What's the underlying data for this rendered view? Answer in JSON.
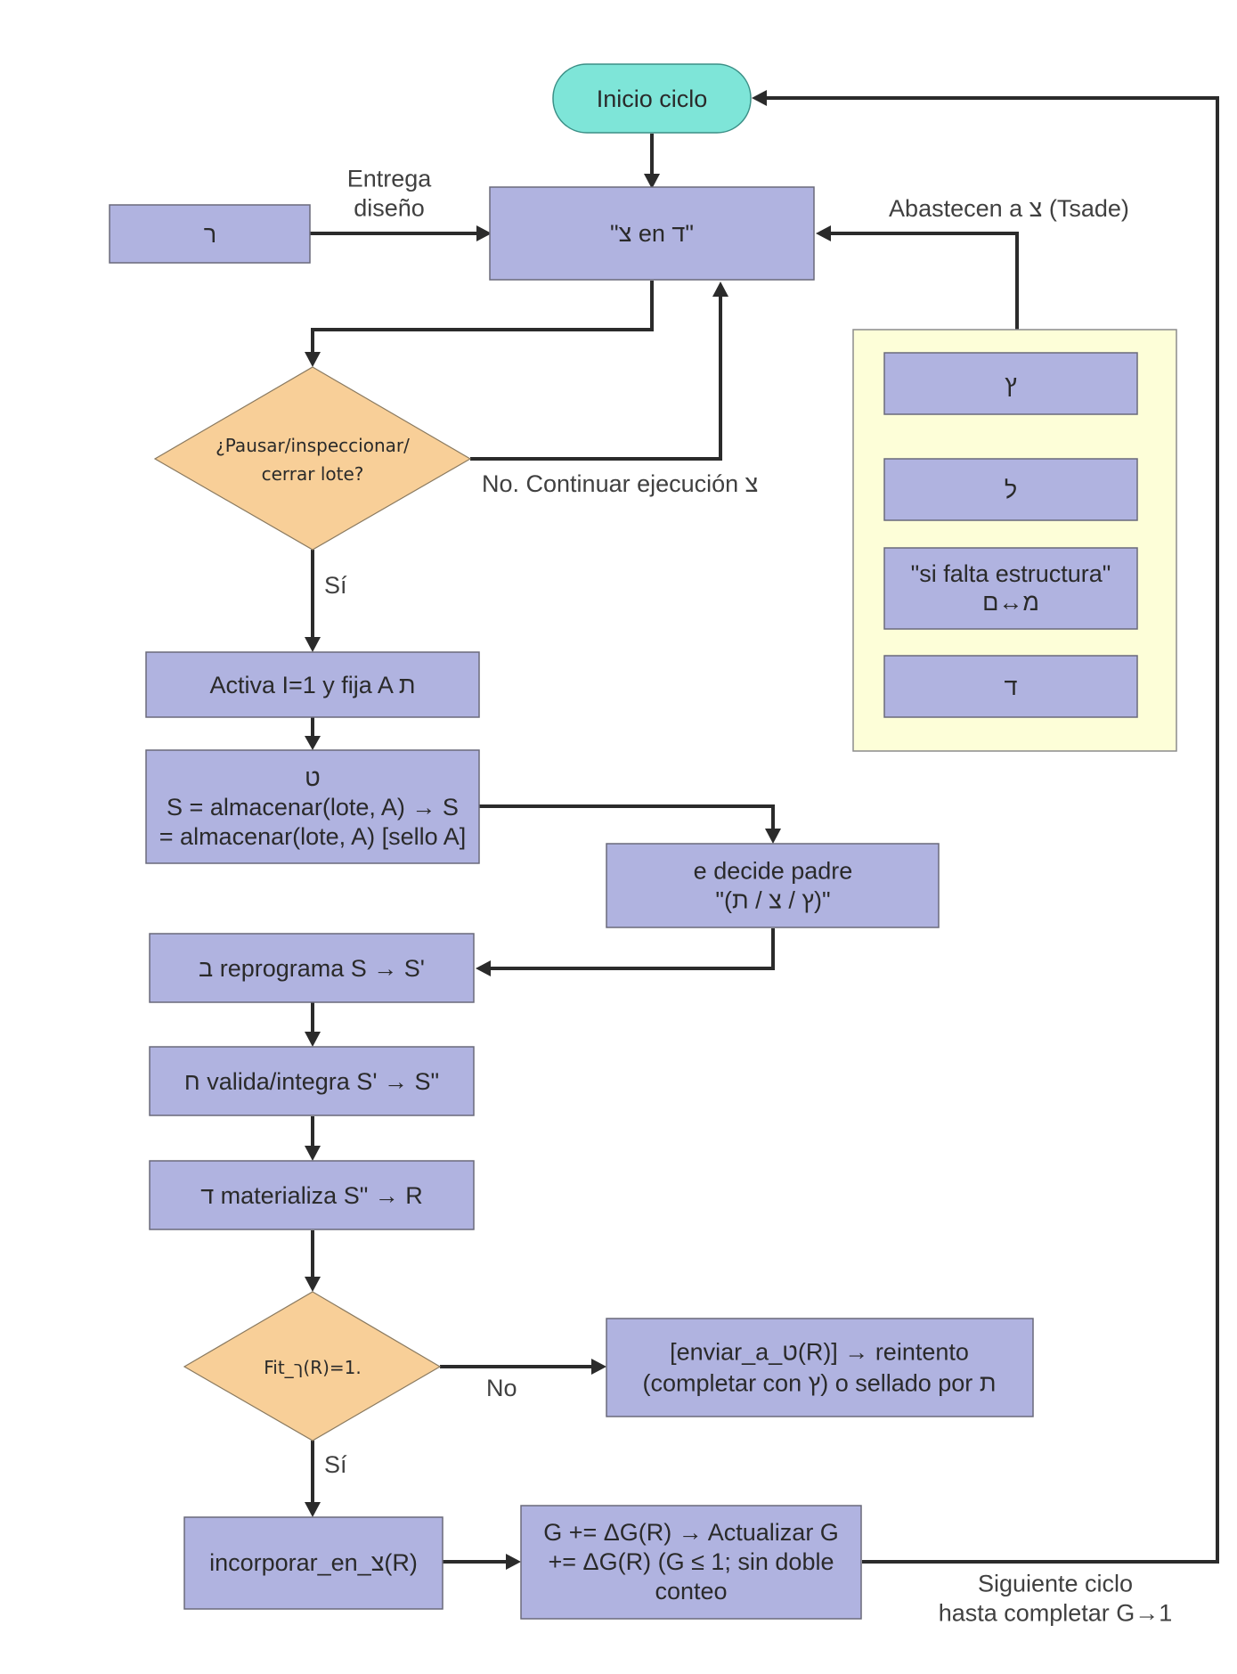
{
  "nodes": {
    "start": [
      "Inicio ciclo"
    ],
    "design_source": [
      "ר"
    ],
    "core": [
      "\"צ en ד\""
    ],
    "decision_pause": [
      "¿Pausar/inspeccionar/",
      "cerrar lote?"
    ],
    "activate": [
      "Activa I=1 y fija A ת"
    ],
    "store": [
      "ט",
      "S = almacenar(lote, A) → S",
      "= almacenar(lote, A) [sello A]"
    ],
    "parent": [
      "e decide padre",
      "\"(ץ / צ / ת)\""
    ],
    "reprogram": [
      "ב reprograma S → S'"
    ],
    "validate": [
      "ח valida/integra S' → S\""
    ],
    "materialize": [
      "ד materializa S\" → R"
    ],
    "fit": [
      "Fit_ך(R)=1."
    ],
    "retry": [
      "[enviar_a_ט(R)]  → reintento",
      "(completar con ץ) o sellado por ת"
    ],
    "incorporate": [
      "incorporar_en_צ(R)"
    ],
    "update_g": [
      "G += ΔG(R) → Actualizar G",
      "+= ΔG(R) (G ≤ 1; sin doble",
      "conteo"
    ],
    "supply_1": [
      "ץ"
    ],
    "supply_2": [
      "ל"
    ],
    "supply_3": [
      "\"si falta estructura\"",
      "מ↔ם"
    ],
    "supply_4": [
      "ד"
    ]
  },
  "edge_labels": {
    "design": [
      "Entrega",
      "diseño"
    ],
    "supply": [
      "Abastecen a צ (Tsade)"
    ],
    "continue": [
      "No. Continuar ejecución צ"
    ],
    "yes_1": [
      "Sí"
    ],
    "no_2": [
      "No"
    ],
    "yes_2": [
      "Sí"
    ],
    "next_cycle": [
      "Siguiente ciclo",
      "hasta completar G→1"
    ]
  },
  "colors": {
    "process_fill": "#b0b3e0",
    "decision_fill": "#f8cf98",
    "start_fill": "#7ee5d8",
    "group_fill": "#fdfed8",
    "edge": "#2b2b2b"
  }
}
